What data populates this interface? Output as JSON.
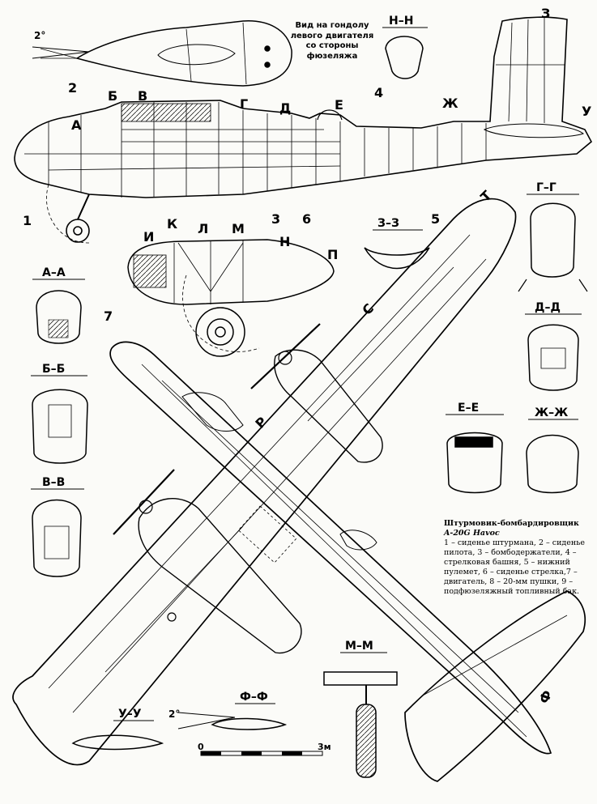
{
  "nacelle_note": [
    "Вид на гондолу",
    "левого двигателя",
    "со стороны",
    "фюзеляжа"
  ],
  "angle_top": "2°",
  "angle_bottom": "2°",
  "station_labels": {
    "A": "А",
    "B": "Б",
    "V": "В",
    "G": "Г",
    "D": "Д",
    "E": "Е",
    "ZH": "Ж",
    "Z": "З",
    "U": "У",
    "I": "И",
    "K": "К",
    "L": "Л",
    "M": "М",
    "N": "Н",
    "P": "П",
    "T": "Т",
    "S": "С",
    "R": "Р",
    "F": "Ф"
  },
  "numbers": {
    "n1": "1",
    "n2": "2",
    "n3": "3",
    "n4": "4",
    "n5": "5",
    "n6": "6",
    "n7": "7"
  },
  "sections": {
    "HH": "Н–Н",
    "AA": "А–А",
    "BB": "Б–Б",
    "VV": "В–В",
    "ZZ": "З–З",
    "GG": "Г–Г",
    "DD": "Д–Д",
    "EE": "Е–Е",
    "ZHZH": "Ж–Ж",
    "MM": "М–М",
    "FF": "Ф–Ф",
    "UU": "У–У"
  },
  "scale": {
    "zero": "0",
    "max": "3м"
  },
  "caption": {
    "title": "Штурмовик-бомбардировщик",
    "model": "A-20G Havoc",
    "legend": "1 – сиденье штурмана, 2 – сиденье пилота, 3 – бомбодержатели, 4 – стрелковая башня, 5 – нижний пулемет, 6 – сиденье стрелка,7 – двигатель, 8 – 20-мм пушки, 9 – подфюзеляжный топливный бак."
  }
}
